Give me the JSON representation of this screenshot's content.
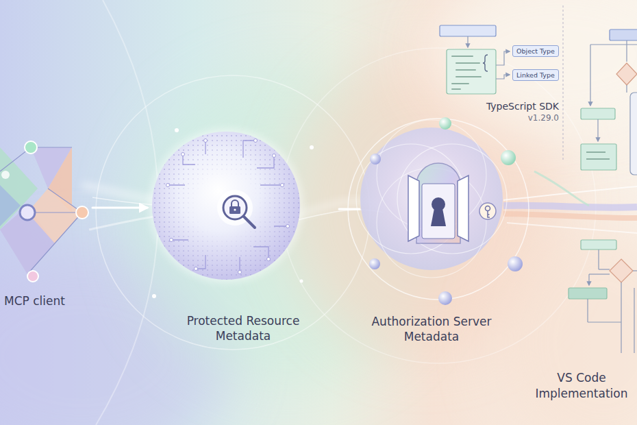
{
  "diagram": {
    "nodes": [
      {
        "text": [
          "MCP client"
        ]
      },
      {
        "text": [
          "Protected Resource Metadata"
        ]
      },
      {
        "text": [
          "Authorization Server Metadata"
        ]
      },
      {
        "text": [
          "TypeScript SDK",
          "v1.29.0"
        ]
      },
      {
        "text": [
          "Object Type"
        ]
      },
      {
        "text": [
          "Linked Type"
        ]
      },
      {
        "text": [
          "VS Code Implementation"
        ]
      }
    ],
    "edges": [
      {
        "from": 0,
        "to": 1,
        "arrow": "to"
      },
      {
        "from": 1,
        "to": 2,
        "arrow": "none"
      }
    ]
  }
}
